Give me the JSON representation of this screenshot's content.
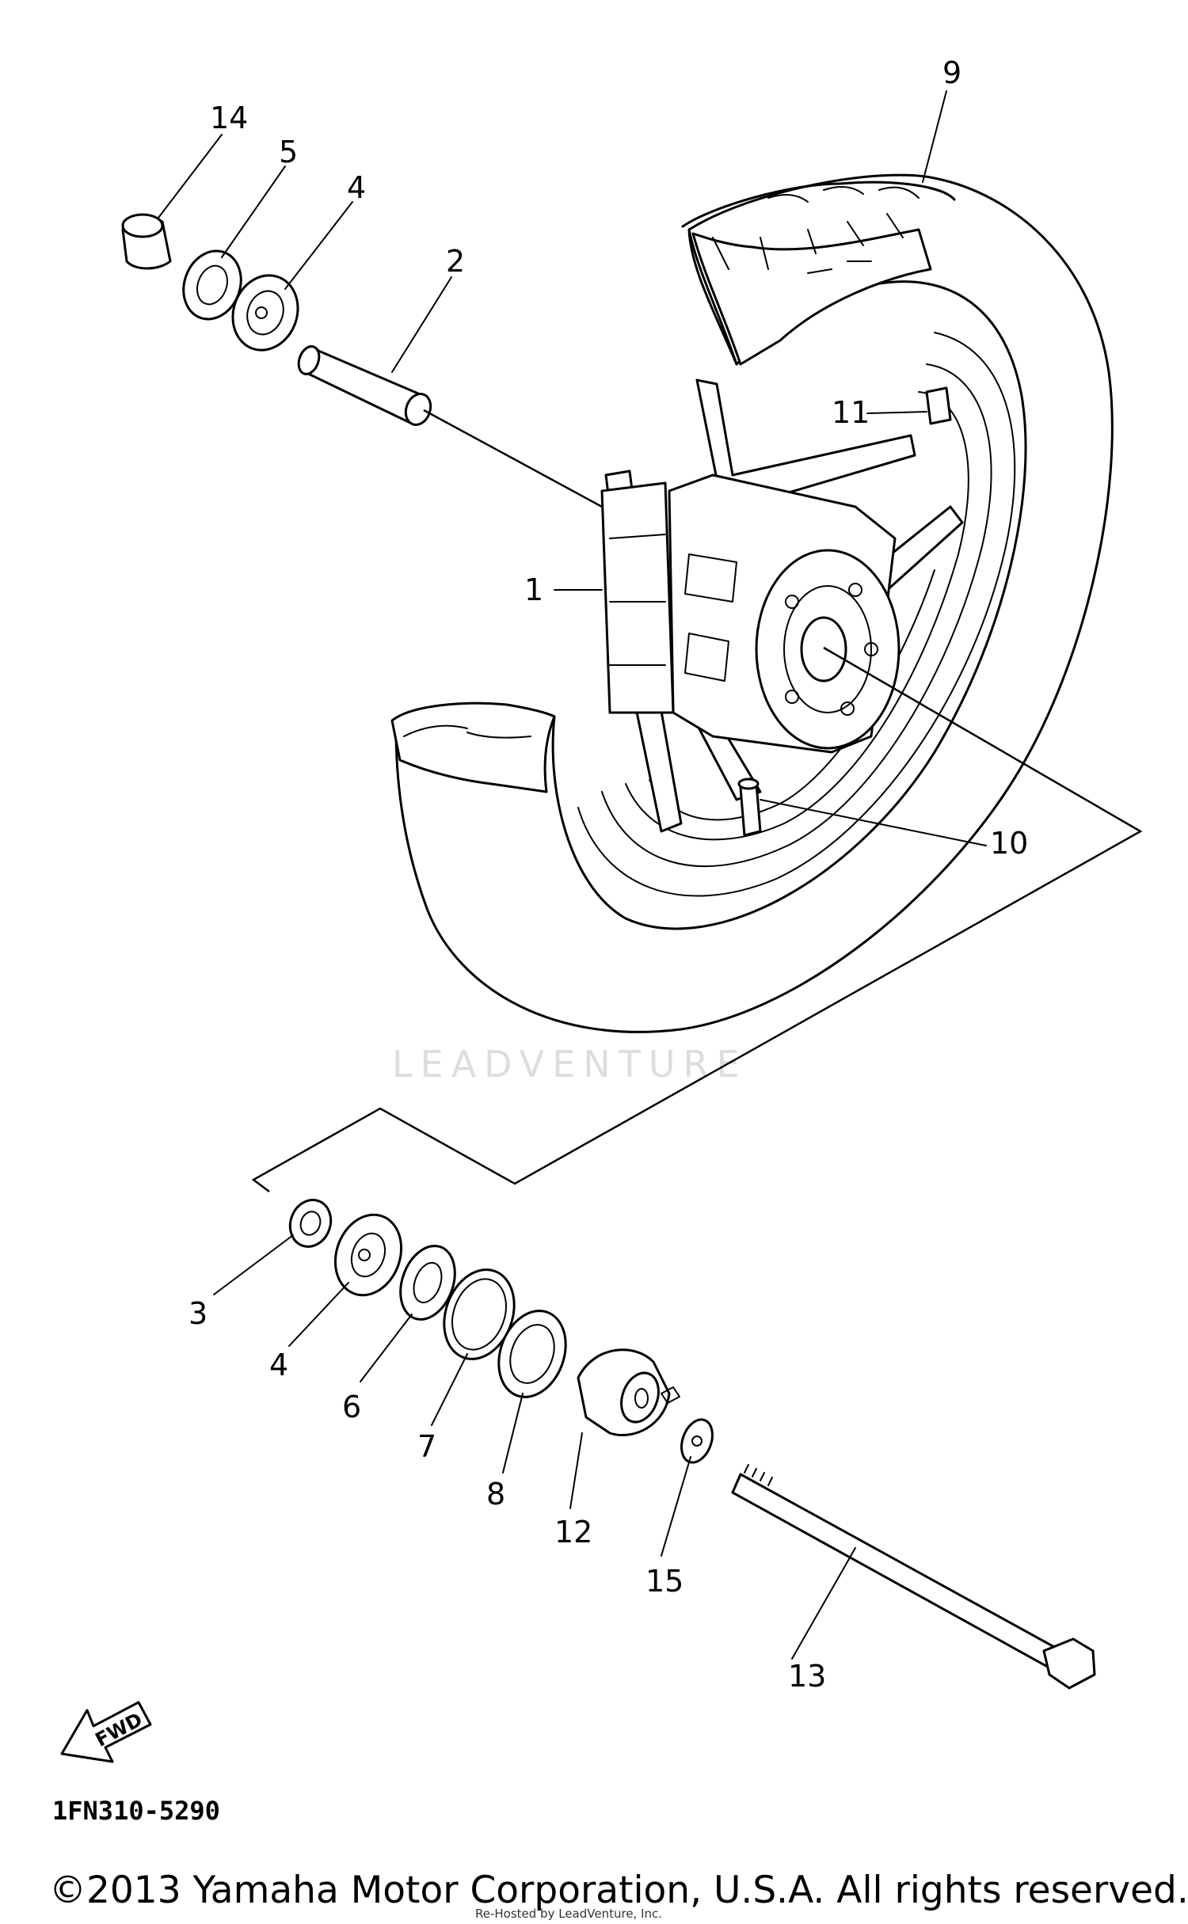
{
  "callouts": {
    "c1": "1",
    "c2": "2",
    "c3": "3",
    "c4a": "4",
    "c4b": "4",
    "c5": "5",
    "c6": "6",
    "c7": "7",
    "c8": "8",
    "c9": "9",
    "c10": "10",
    "c11": "11",
    "c12": "12",
    "c13": "13",
    "c14": "14",
    "c15": "15"
  },
  "fwd_label": "FWD",
  "watermark": "LEADVENTURE",
  "diagram_code": "1FN310-5290",
  "copyright": "©2013 Yamaha Motor Corporation, U.S.A. All rights reserved.",
  "sub_notice": "Re-Hosted by LeadVenture, Inc."
}
